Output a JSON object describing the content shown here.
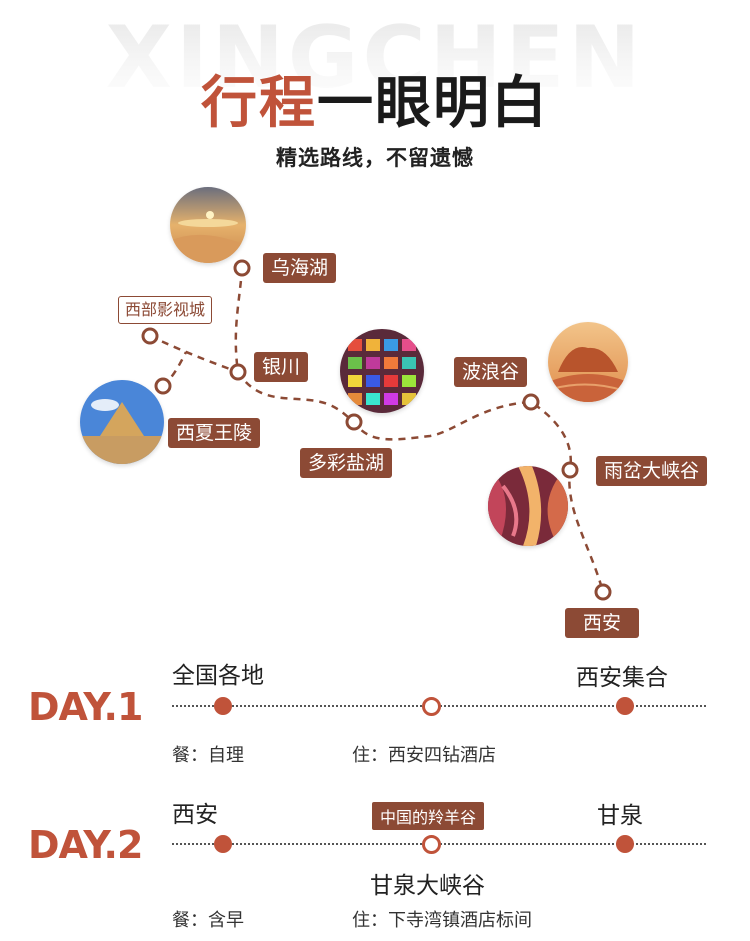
{
  "header": {
    "bg_word": "XINGCHEN",
    "title_highlight": "行程",
    "title_rest": "一眼明白",
    "subtitle": "精选路线，不留遗憾"
  },
  "route": {
    "stops": {
      "wuhai": "乌海湖",
      "xibu": "西部影视城",
      "yinchuan": "银川",
      "xixia": "西夏王陵",
      "duocai": "多彩盐湖",
      "bolang": "波浪谷",
      "yucha": "雨岔大峡谷",
      "xian": "西安"
    }
  },
  "days": [
    {
      "label": "DAY.1",
      "left_place": "全国各地",
      "right_place": "西安集合",
      "meal": "餐：自理",
      "stay": "住：西安四钻酒店"
    },
    {
      "label": "DAY.2",
      "left_place": "西安",
      "mid_tag": "中国的羚羊谷",
      "right_place": "甘泉",
      "mid_place": "甘泉大峡谷",
      "meal": "餐：含早",
      "stay": "住：下寺湾镇酒店标间"
    }
  ],
  "colors": {
    "accent": "#c0533a",
    "label_bg": "#8c4a35"
  }
}
